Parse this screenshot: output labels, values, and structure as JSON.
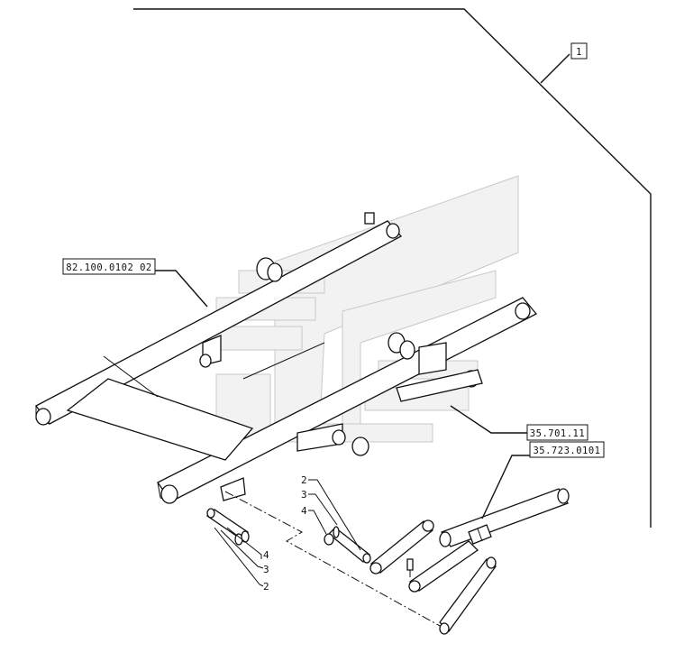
{
  "references": {
    "group": "1",
    "frame": "82.100.0102 02",
    "cylinder_a": "35.701.11",
    "cylinder_b": "35.723.0101"
  },
  "callouts": {
    "left_pin": [
      "4",
      "3",
      "2"
    ],
    "center_pin": [
      "2",
      "3",
      "4"
    ]
  }
}
